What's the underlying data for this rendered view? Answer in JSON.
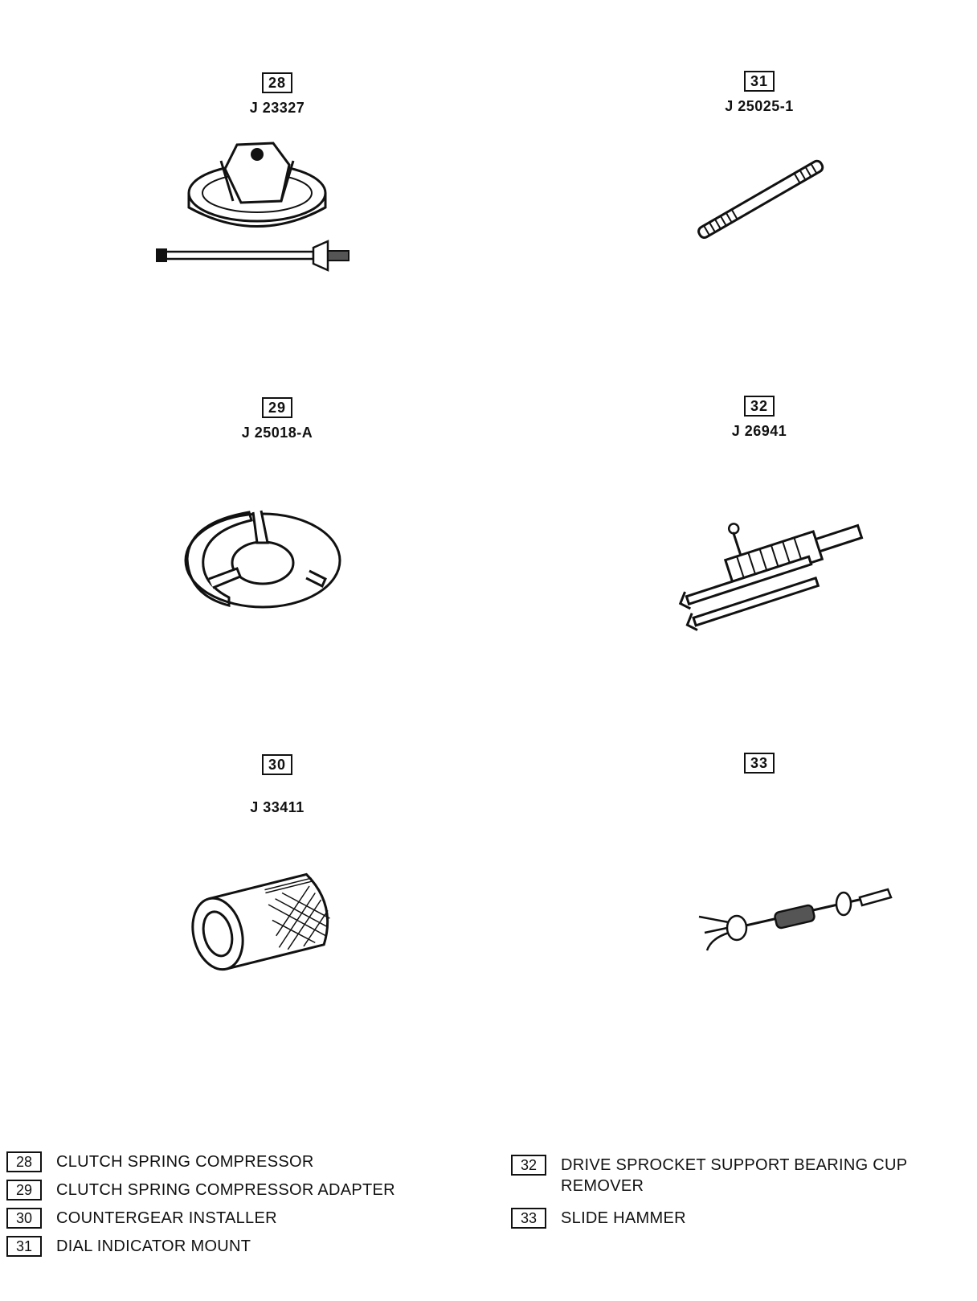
{
  "tools": [
    {
      "number": "28",
      "part_no": "J 23327",
      "icon": "clutch-spring-compressor-drawing"
    },
    {
      "number": "31",
      "part_no": "J 25025-1",
      "icon": "dial-indicator-mount-drawing"
    },
    {
      "number": "29",
      "part_no": "J 25018-A",
      "icon": "compressor-adapter-drawing"
    },
    {
      "number": "32",
      "part_no": "J 26941",
      "icon": "bearing-cup-remover-drawing"
    },
    {
      "number": "30",
      "part_no": "J 33411",
      "icon": "countergear-installer-drawing"
    },
    {
      "number": "33",
      "part_no": "",
      "icon": "slide-hammer-drawing"
    }
  ],
  "legend": [
    {
      "number": "28",
      "label": "CLUTCH SPRING COMPRESSOR"
    },
    {
      "number": "29",
      "label": "CLUTCH SPRING COMPRESSOR ADAPTER"
    },
    {
      "number": "30",
      "label": "COUNTERGEAR INSTALLER"
    },
    {
      "number": "31",
      "label": "DIAL INDICATOR MOUNT"
    },
    {
      "number": "32",
      "label": "DRIVE SPROCKET SUPPORT BEARING CUP REMOVER"
    },
    {
      "number": "33",
      "label": "SLIDE HAMMER"
    }
  ]
}
